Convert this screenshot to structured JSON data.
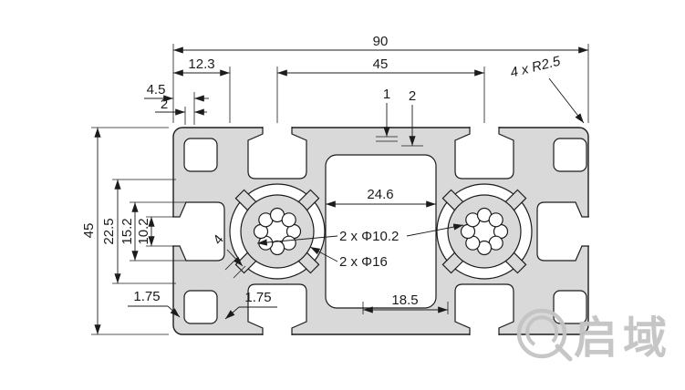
{
  "drawing": {
    "watermark_text": "启域"
  },
  "colors": {
    "background": "#ffffff",
    "profile_fill": "#d9d9d9",
    "line": "#1c1c1c",
    "watermark": "#c3c3c3"
  },
  "dimensions": {
    "overall_width": "90",
    "top_section_width": "12.3",
    "slot_pitch": "45",
    "corner_radius": "4 x R2.5",
    "left_wall": "4.5",
    "left_lip": "2",
    "top_rib": "1",
    "top_wall": "2",
    "overall_height": "45",
    "left_slot_overall": "22.5",
    "left_slot_cavity": "15.2",
    "left_slot_opening": "10.2",
    "center_cavity_width": "24.6",
    "screw_holes": "2 x Φ10.2",
    "core_bosses": "2 x Φ16",
    "web_thickness": "4",
    "bottom_wall_outer": "1.75",
    "bottom_wall_inner": "1.75",
    "bottom_cavity_width": "18.5"
  }
}
